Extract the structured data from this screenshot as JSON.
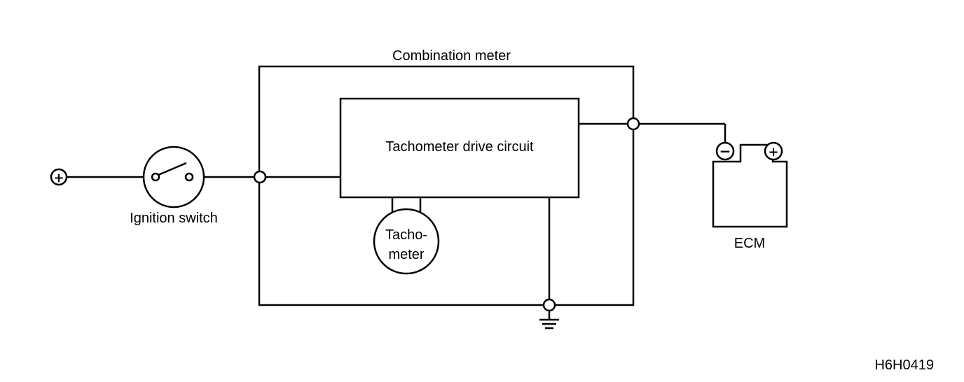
{
  "labels": {
    "combination_meter": "Combination meter",
    "tachometer_drive_circuit": "Tachometer drive circuit",
    "ignition_switch": "Ignition switch",
    "tachometer_line1": "Tacho-",
    "tachometer_line2": "meter",
    "ecm": "ECM",
    "figure_code": "H6H0419"
  },
  "symbols": {
    "positive_terminal": "+",
    "ecm_minus": "−",
    "ecm_plus": "+"
  }
}
